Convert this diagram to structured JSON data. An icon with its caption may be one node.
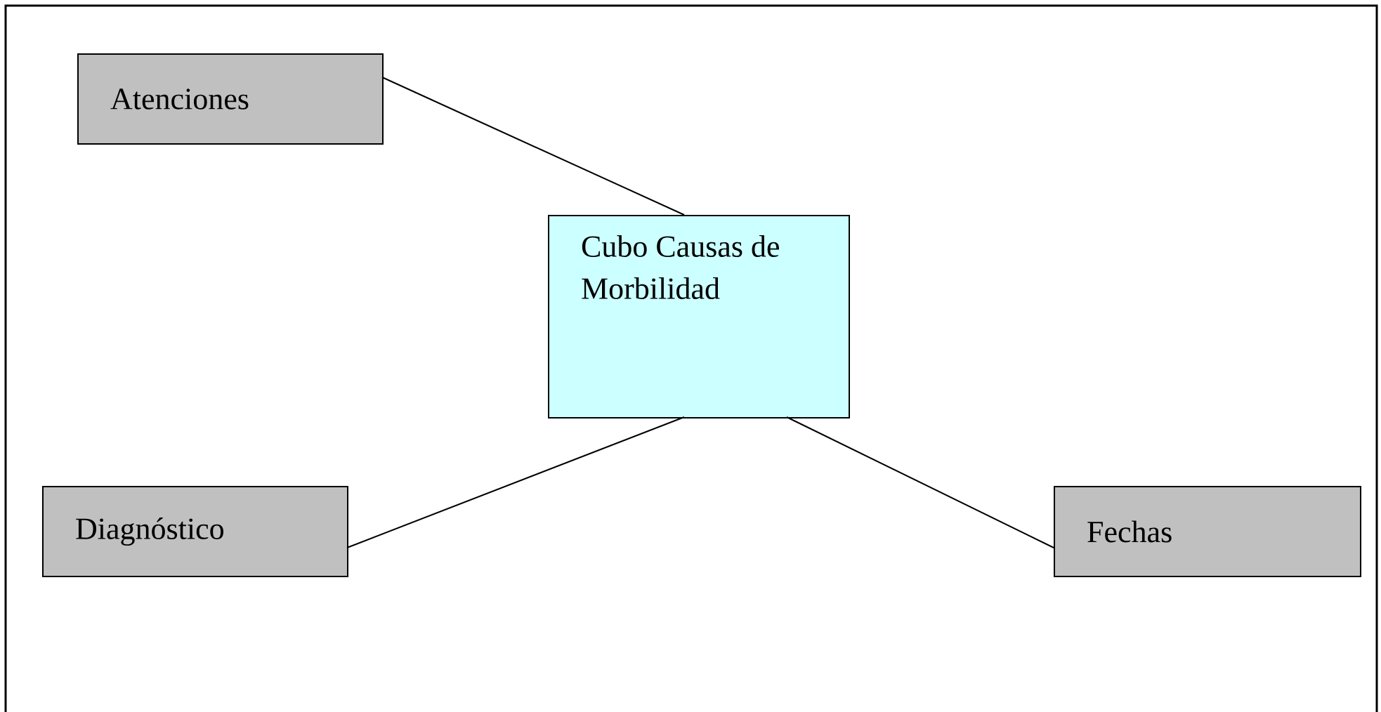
{
  "diagram": {
    "nodes": [
      {
        "text": [
          "Atenciones"
        ]
      },
      {
        "text": [
          "Cubo Causas de Morbilidad"
        ]
      },
      {
        "text": [
          "Diagnóstico"
        ]
      },
      {
        "text": [
          "Fechas"
        ]
      }
    ],
    "edges": [
      {
        "from": 0,
        "to": 1,
        "arrow": "none"
      },
      {
        "from": 1,
        "to": 2,
        "arrow": "none"
      },
      {
        "from": 1,
        "to": 3,
        "arrow": "none"
      }
    ]
  }
}
